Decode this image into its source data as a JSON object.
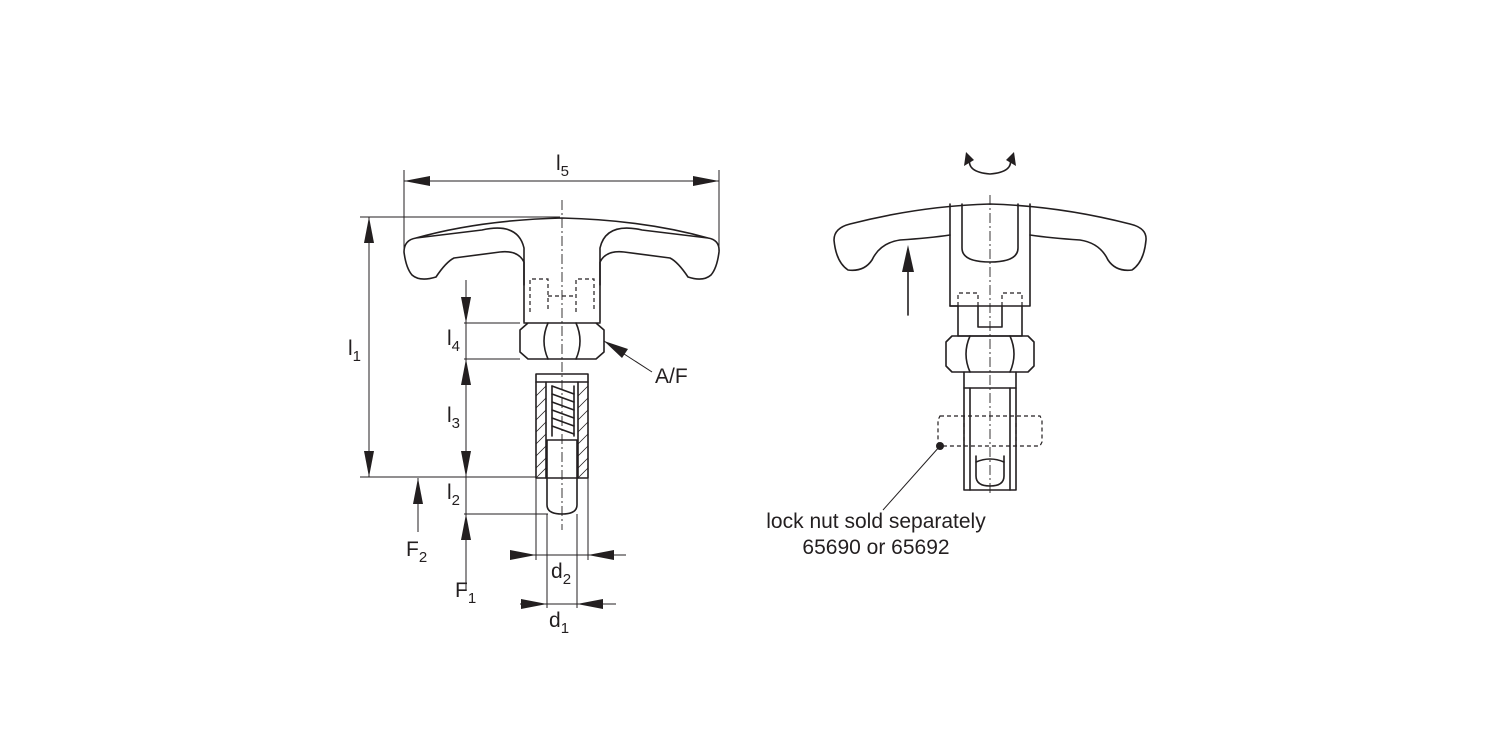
{
  "dimensions": {
    "l5": {
      "main": "l",
      "sub": "5"
    },
    "l1": {
      "main": "l",
      "sub": "1"
    },
    "l4": {
      "main": "l",
      "sub": "4"
    },
    "l3": {
      "main": "l",
      "sub": "3"
    },
    "l2": {
      "main": "l",
      "sub": "2"
    },
    "d2": {
      "main": "d",
      "sub": "2"
    },
    "d1": {
      "main": "d",
      "sub": "1"
    },
    "F2": {
      "main": "F",
      "sub": "2"
    },
    "F1": {
      "main": "F",
      "sub": "1"
    },
    "af": "A/F"
  },
  "note": {
    "line1": "lock nut sold separately",
    "line2": "65690 or 65692"
  },
  "colors": {
    "line": "#231f20",
    "background": "#ffffff"
  }
}
